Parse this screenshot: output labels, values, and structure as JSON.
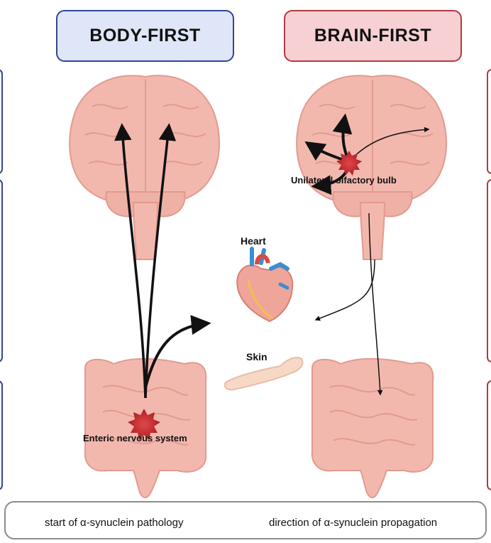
{
  "panels": {
    "body_first_title": "BODY-FIRST",
    "brain_first_title": "BRAIN-FIRST"
  },
  "labels": {
    "olfactory": "Unilateral olfactory bulb",
    "heart": "Heart",
    "skin": "Skin",
    "enteric": "Enteric nervous system"
  },
  "legend": {
    "start_label": "start of α-synuclein pathology",
    "direction_label": "direction of α-synuclein propagation"
  },
  "colors": {
    "body_first_border": "#34468e",
    "body_first_fill": "#dfe6f7",
    "brain_first_border": "#b23a40",
    "brain_first_fill": "#f6d0d3",
    "organ_fill": "#f2b8ae",
    "lesion": "#c0282b",
    "arrow": "#111111"
  }
}
